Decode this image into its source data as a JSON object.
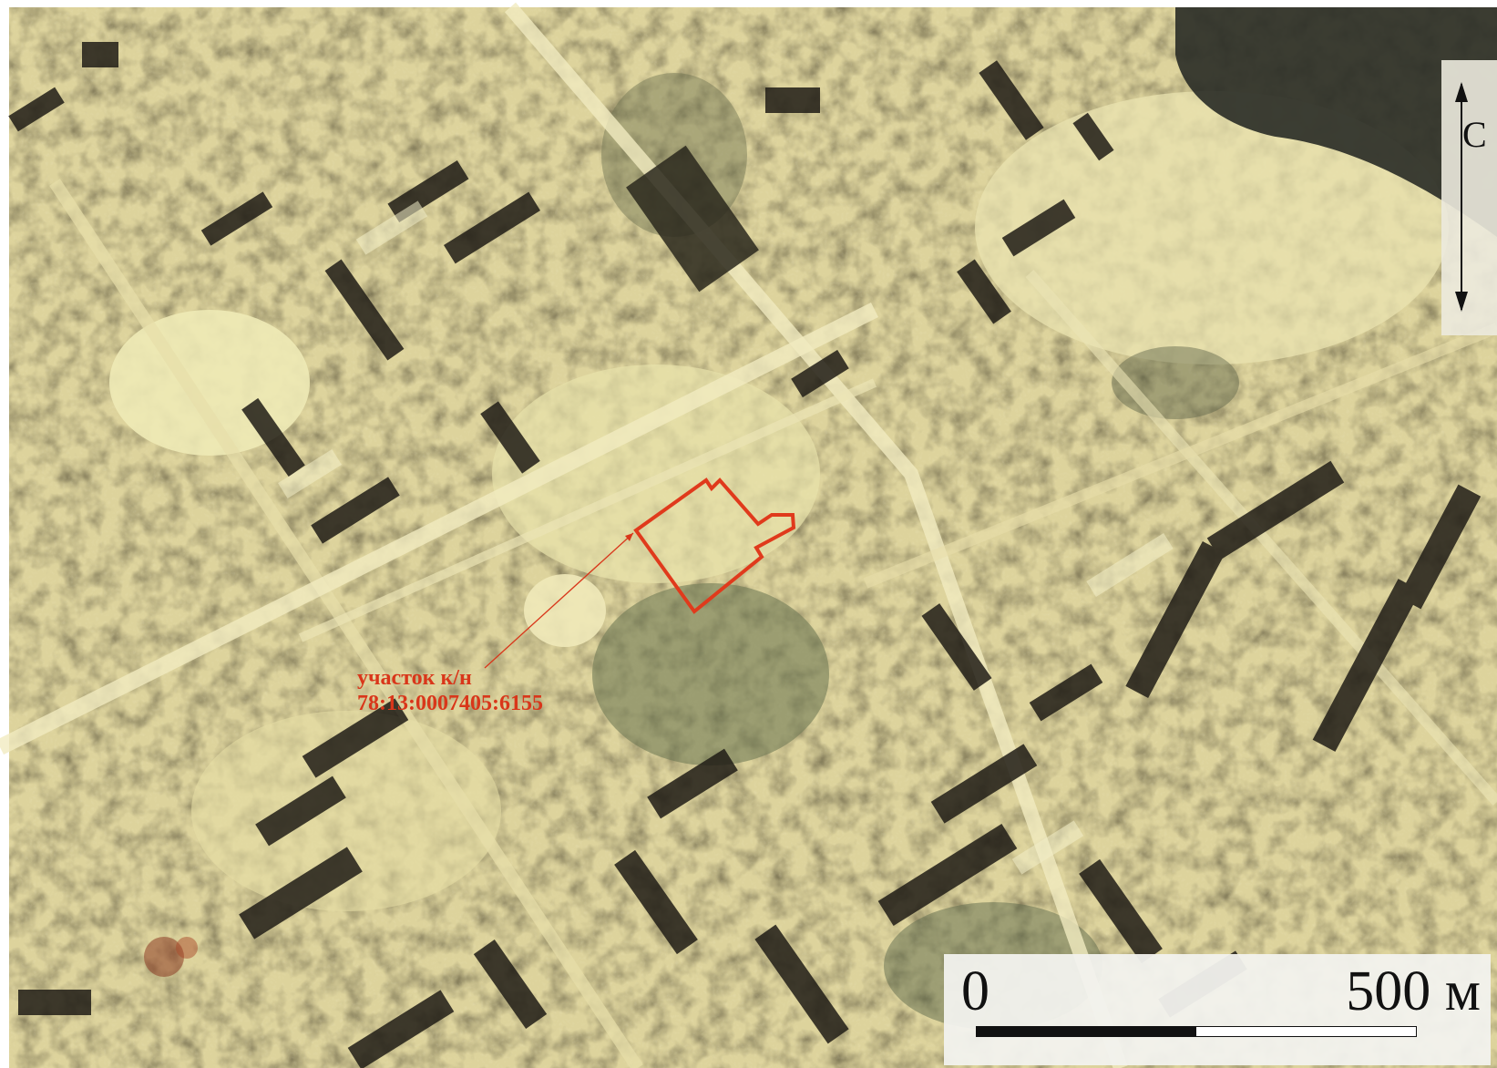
{
  "map": {
    "type": "satellite-imagery",
    "colors": {
      "parcel_outline": "#e03a1c",
      "label_text": "#d9361a",
      "scale_bar": "#111111"
    }
  },
  "parcel": {
    "label_line1": "участок к/н",
    "label_line2": "78:13:0007405:6155"
  },
  "north_arrow": {
    "icon": "north-arrow-icon",
    "letter": "С"
  },
  "scale_bar": {
    "zero_label": "0",
    "max_label": "500 м",
    "filled_fraction": 0.5
  }
}
